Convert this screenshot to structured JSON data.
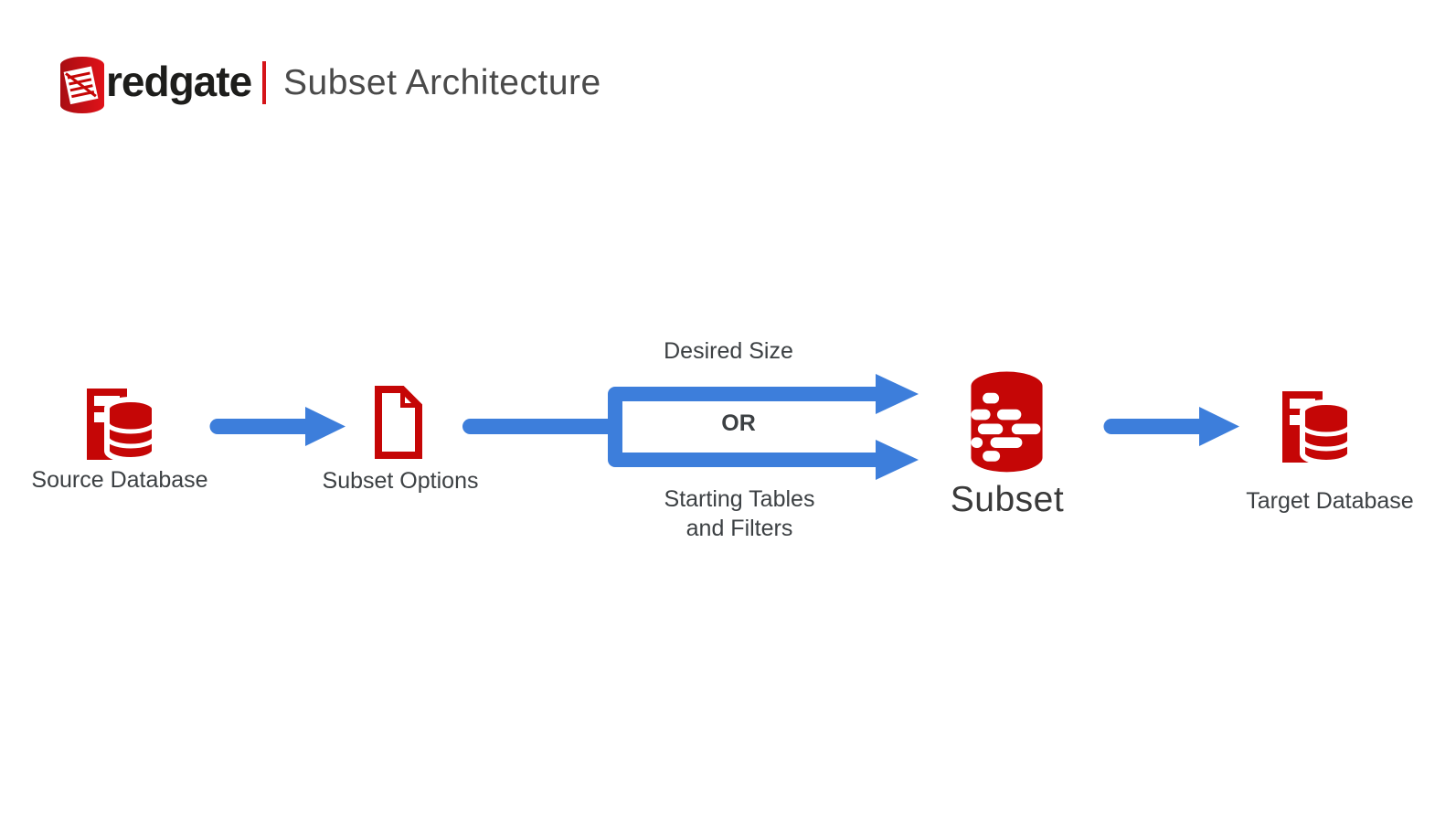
{
  "header": {
    "brand": "redgate",
    "title": "Subset Architecture"
  },
  "colors": {
    "accent_blue": "#3d7edb",
    "brand_red": "#c50606",
    "separator_red": "#d51419",
    "label_gray": "#3c4043",
    "title_gray": "#4a4a4a",
    "brand_black": "#1d1d1b"
  },
  "diagram": {
    "nodes": [
      {
        "id": "source",
        "icon": "server-database-icon",
        "label": "Source Database"
      },
      {
        "id": "options",
        "icon": "document-icon",
        "label": "Subset Options"
      },
      {
        "id": "subset",
        "icon": "subset-cylinder-icon",
        "label": "Subset"
      },
      {
        "id": "target",
        "icon": "server-database-icon",
        "label": "Target Database"
      }
    ],
    "branch": {
      "top_label": "Desired Size",
      "operator": "OR",
      "bottom_label_line1": "Starting Tables",
      "bottom_label_line2": "and Filters"
    },
    "edges": [
      {
        "from": "source",
        "to": "options"
      },
      {
        "from": "options",
        "to": "fork"
      },
      {
        "from": "fork",
        "to": "subset",
        "via_top": "Desired Size",
        "via_bottom": "Starting Tables and Filters"
      },
      {
        "from": "subset",
        "to": "target"
      }
    ]
  }
}
